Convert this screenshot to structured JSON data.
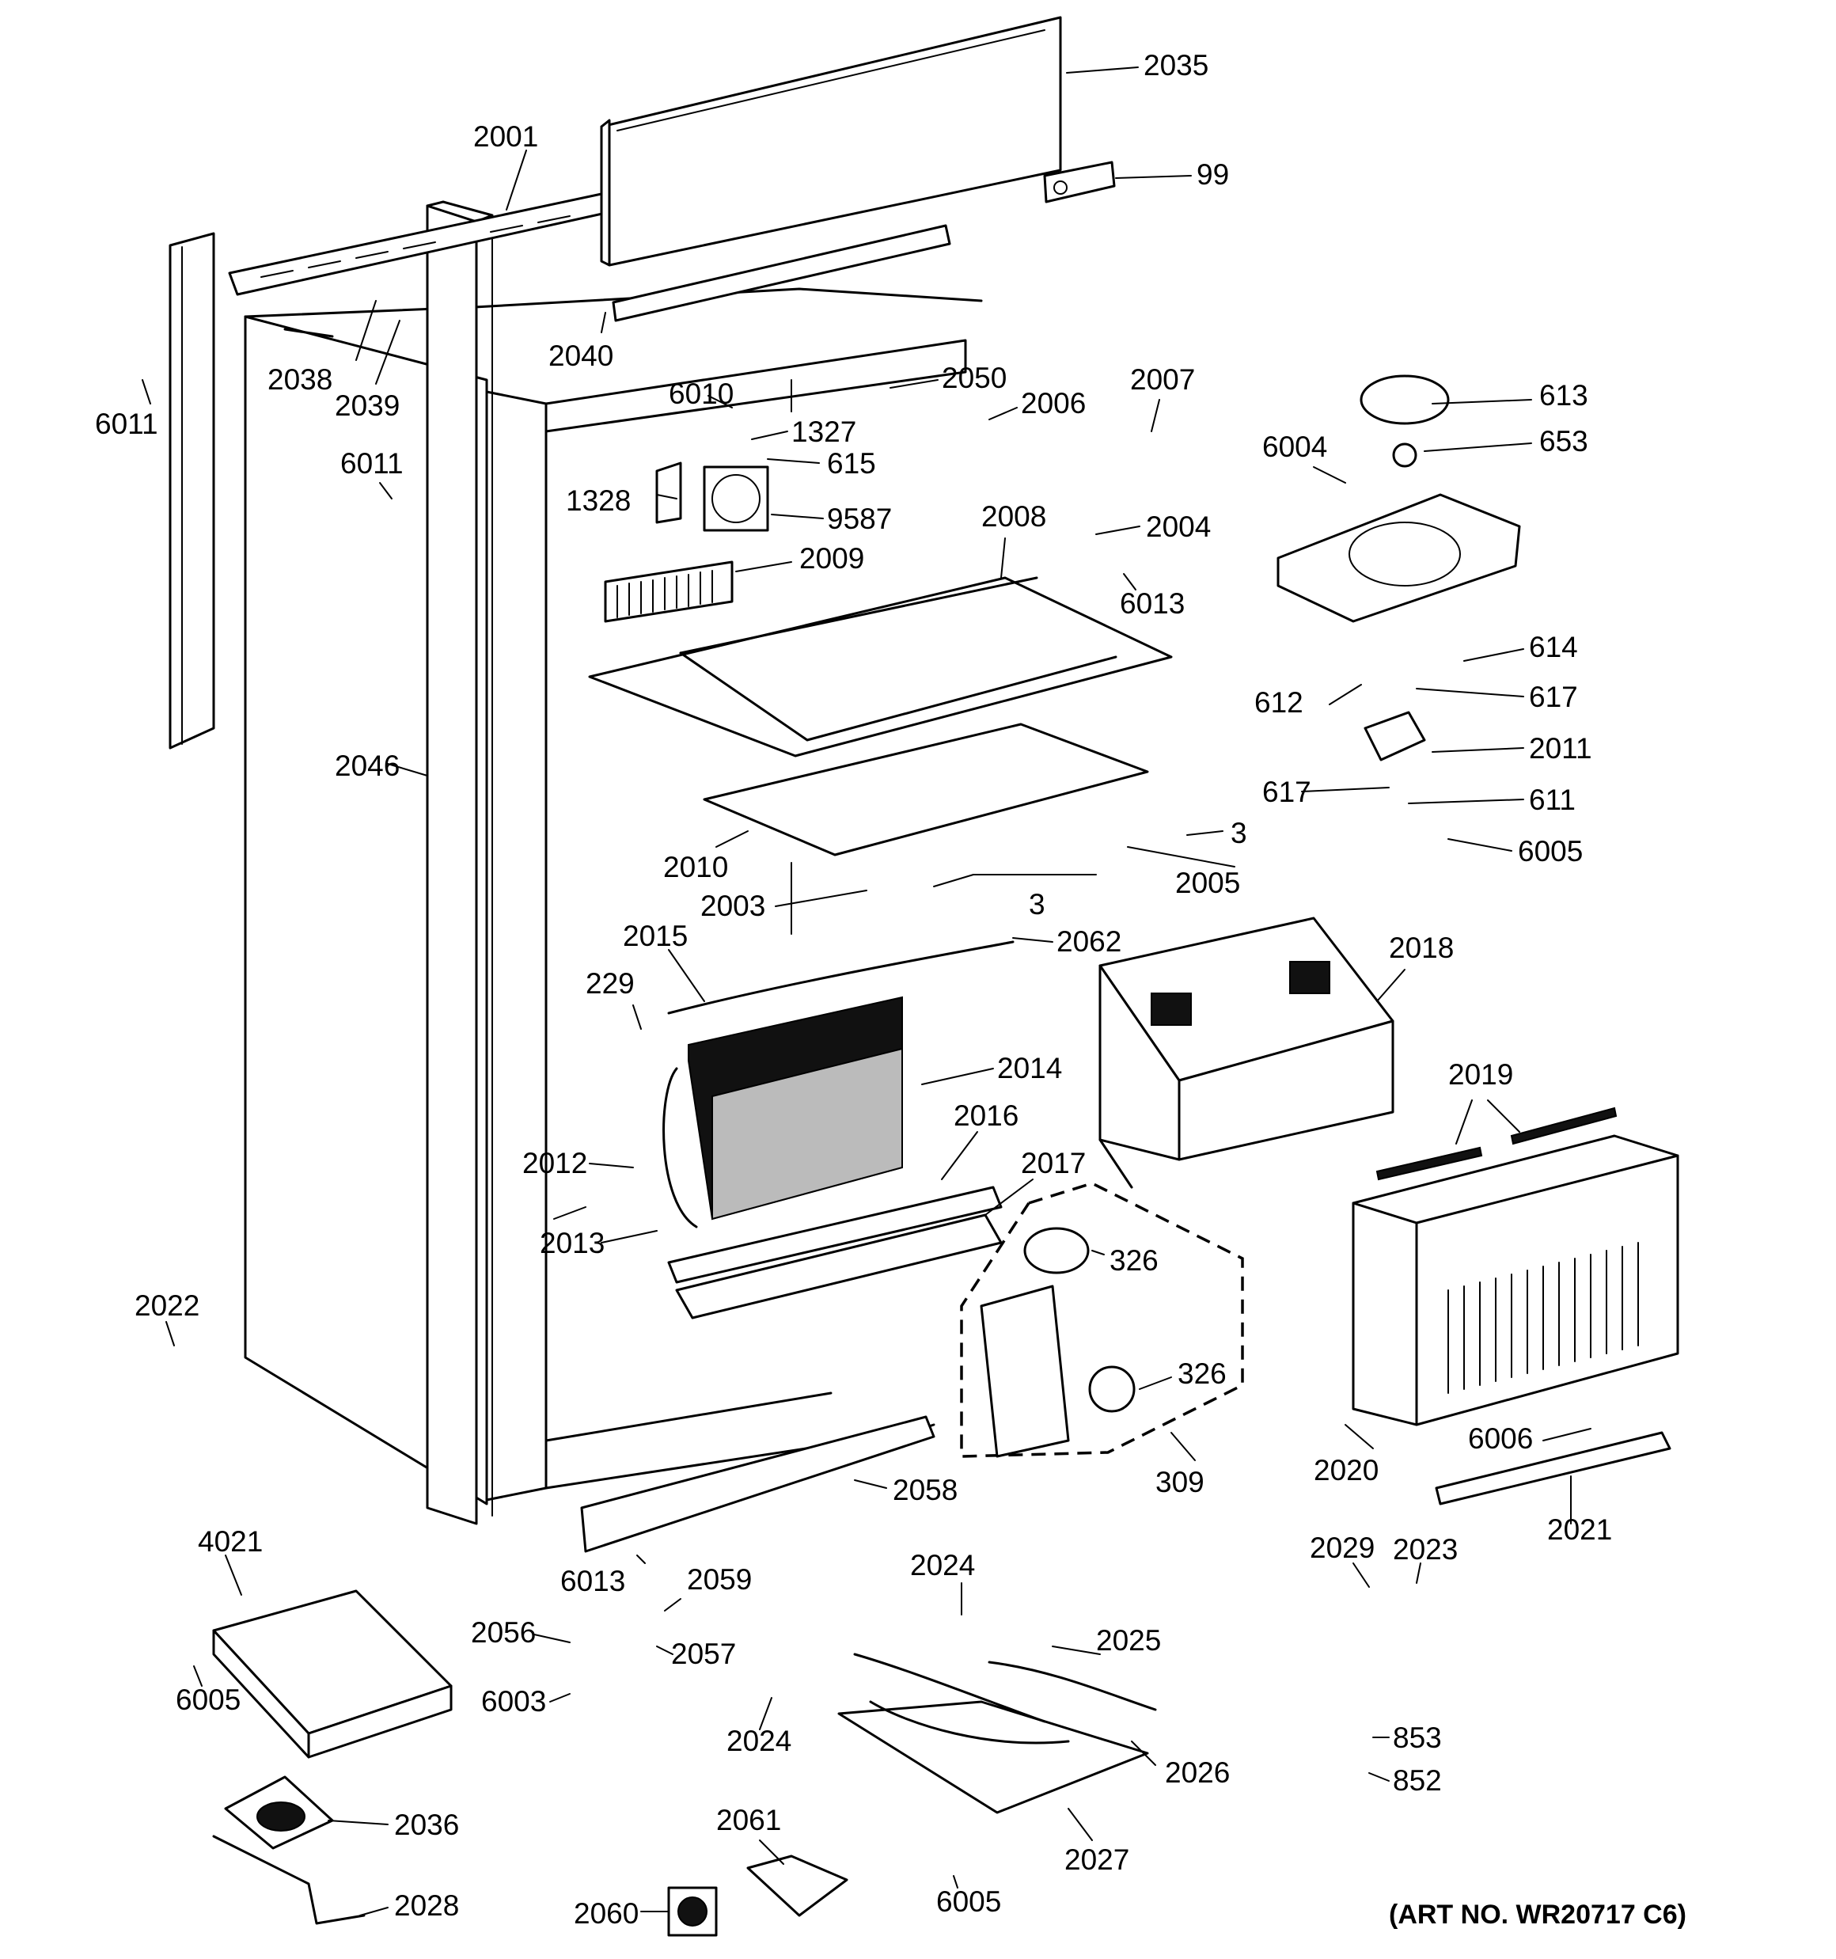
{
  "art_number": "(ART NO. WR20717 C6)",
  "callouts": [
    "2035",
    "99",
    "2001",
    "2040",
    "2038",
    "2039",
    "6011",
    "6011",
    "6010",
    "2050",
    "2006",
    "2007",
    "613",
    "653",
    "6004",
    "1327",
    "615",
    "1328",
    "9587",
    "2009",
    "2008",
    "2004",
    "6013",
    "614",
    "612",
    "617",
    "2011",
    "617",
    "611",
    "6005",
    "2046",
    "2010",
    "3",
    "2005",
    "2003",
    "3",
    "2015",
    "2062",
    "229",
    "2018",
    "2014",
    "2016",
    "2012",
    "2017",
    "2019",
    "2013",
    "326",
    "326",
    "2022",
    "2020",
    "6006",
    "309",
    "2058",
    "2021",
    "4021",
    "6013",
    "2059",
    "2029",
    "2023",
    "2056",
    "2057",
    "2024",
    "2025",
    "6005",
    "6003",
    "2024",
    "853",
    "2026",
    "852",
    "2036",
    "2061",
    "2027",
    "2028",
    "2060",
    "6005"
  ]
}
